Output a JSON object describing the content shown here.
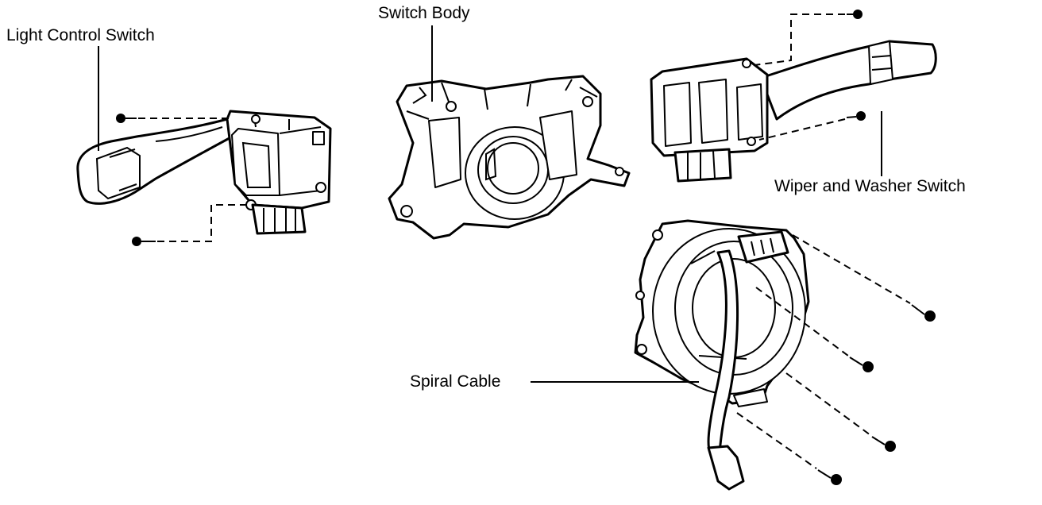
{
  "labels": {
    "light_control_switch": "Light Control Switch",
    "switch_body": "Switch Body",
    "wiper_washer_switch": "Wiper and Washer Switch",
    "spiral_cable": "Spiral Cable"
  },
  "colors": {
    "ink": "#000000",
    "paper": "#ffffff"
  }
}
